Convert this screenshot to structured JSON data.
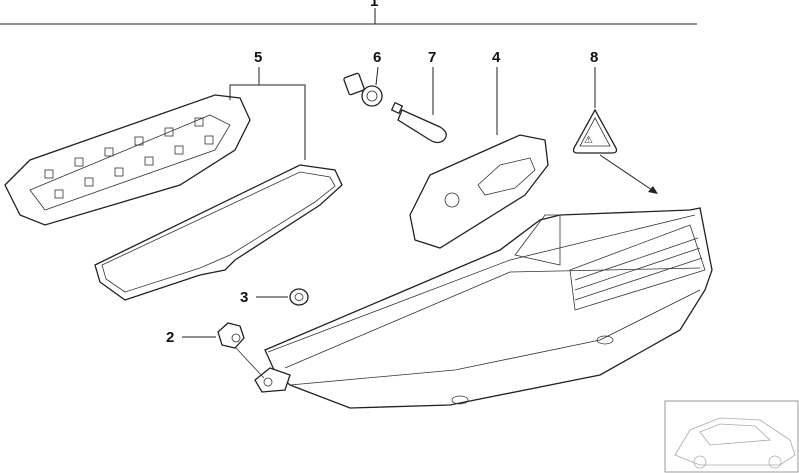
{
  "diagram": {
    "title_label": "1",
    "callouts": [
      {
        "number": "5",
        "part": "circuit-board-with-gasket"
      },
      {
        "number": "6",
        "part": "bulb-socket"
      },
      {
        "number": "7",
        "part": "bulb"
      },
      {
        "number": "4",
        "part": "seal-plate"
      },
      {
        "number": "8",
        "part": "warning-label"
      },
      {
        "number": "3",
        "part": "grommet"
      },
      {
        "number": "2",
        "part": "nut"
      }
    ],
    "colors": {
      "line": "#222222",
      "background": "#ffffff"
    }
  }
}
